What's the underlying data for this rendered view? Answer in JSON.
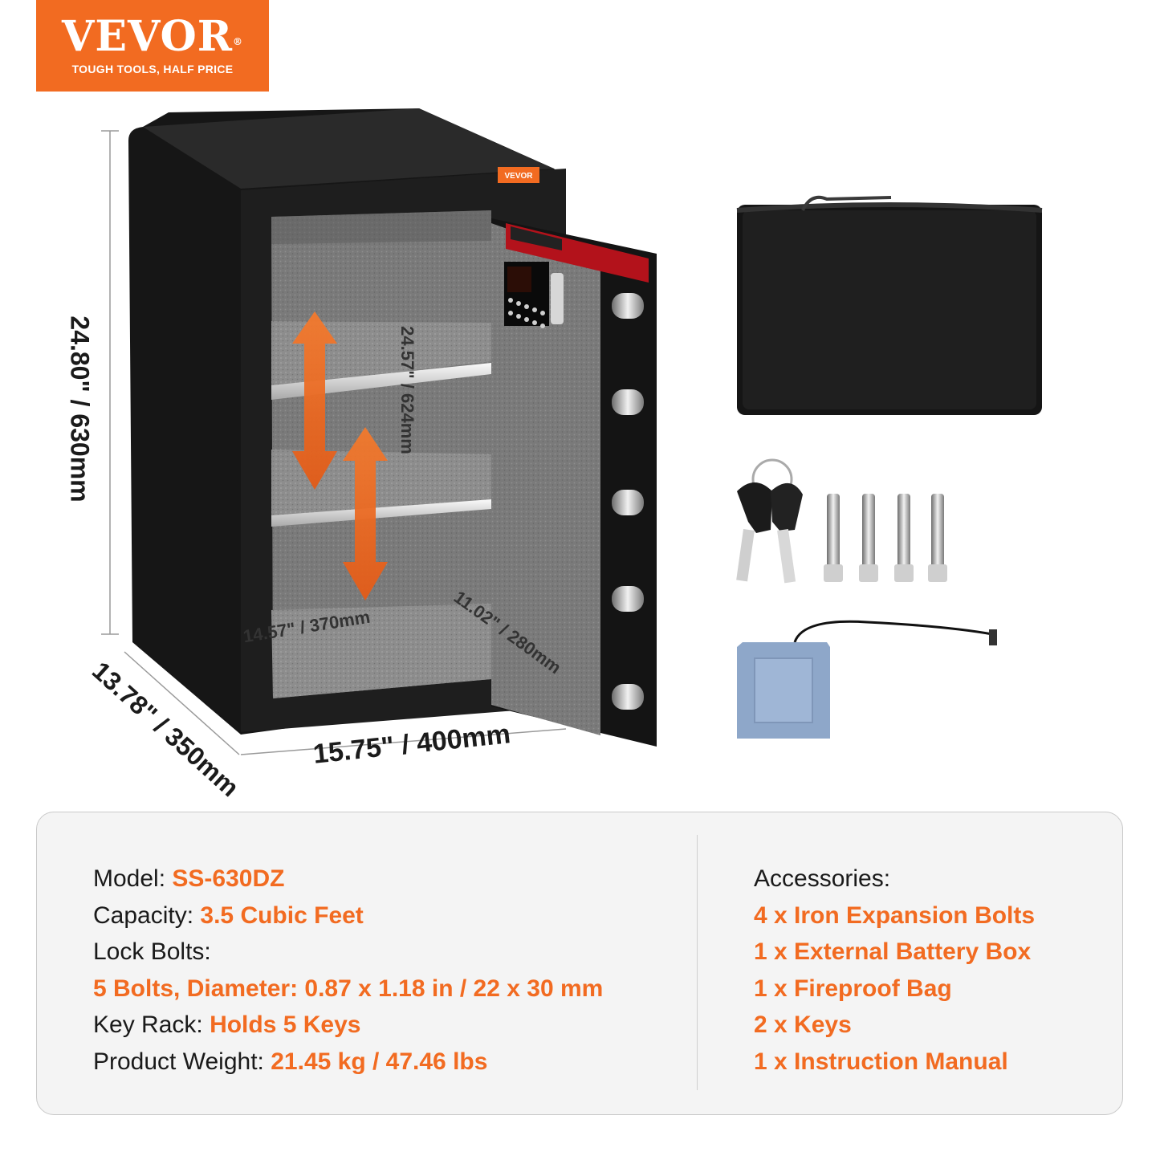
{
  "brand": {
    "name": "VEVOR",
    "registered": "®",
    "tagline": "TOUGH TOOLS, HALF PRICE",
    "color": "#f26b21"
  },
  "dimensions": {
    "height": "24.80\" / 630mm",
    "depth": "13.78\" / 350mm",
    "width": "15.75\" / 400mm",
    "inner_height": "24.57\" / 624mm",
    "inner_width": "14.57\" / 370mm",
    "inner_depth": "11.02\" / 280mm"
  },
  "safe_label": "VEVOR",
  "specs": {
    "model_label": "Model:",
    "model_value": "SS-630DZ",
    "capacity_label": "Capacity:",
    "capacity_value": "3.5 Cubic Feet",
    "lock_bolts_label": "Lock Bolts:",
    "lock_bolts_value": "5 Bolts, Diameter: 0.87 x 1.18 in / 22 x 30 mm",
    "key_rack_label": "Key Rack:",
    "key_rack_value": "Holds 5 Keys",
    "weight_label": "Product Weight:",
    "weight_value": "21.45 kg / 47.46 lbs"
  },
  "accessories": {
    "heading": "Accessories:",
    "items": [
      "4 x Iron Expansion Bolts",
      "1 x External Battery Box",
      "1 x Fireproof Bag",
      "2 x Keys",
      "1 x Instruction Manual"
    ]
  },
  "colors": {
    "accent": "#f26b21",
    "safe_body": "#1c1c1c",
    "felt": "#7d7d7d"
  }
}
